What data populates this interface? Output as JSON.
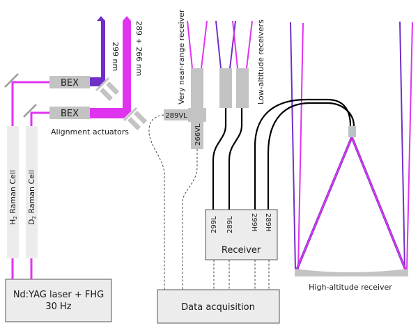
{
  "title": "Lidar system schematic",
  "colors": {
    "beam_289_266": "#e033f0",
    "beam_299": "#7030c8",
    "component_gray": "#c3c3c3",
    "box_fill": "#ececec",
    "fiber": "#000000"
  },
  "labels": {
    "bex_upper": "BEX",
    "bex_lower": "BEX",
    "wavelength_299": "299  nm",
    "wavelength_289_266": "289 + 266  nm",
    "alignment_actuators": "Alignment actuators",
    "very_near_range_receiver": "Very near-range receiver",
    "low_altitude_receivers": "Low-altitude receivers",
    "high_altitude_receiver": "High-altitude receiver",
    "channel_289VL": "289VL",
    "channel_266VL": "266VL",
    "h2_cell_main": "H",
    "h2_cell_sub": "2",
    "h2_cell_rest": " Raman Cell",
    "d2_cell_main": "D",
    "d2_cell_sub": "2",
    "d2_cell_rest": " Raman Cell",
    "laser_line1": "Nd:YAG laser + FHG",
    "laser_line2": "30 Hz",
    "receiver_box": "Receiver",
    "data_acquisition": "Data acquisition"
  },
  "receiver_channels": [
    "299L",
    "289L",
    "299H",
    "289H"
  ]
}
